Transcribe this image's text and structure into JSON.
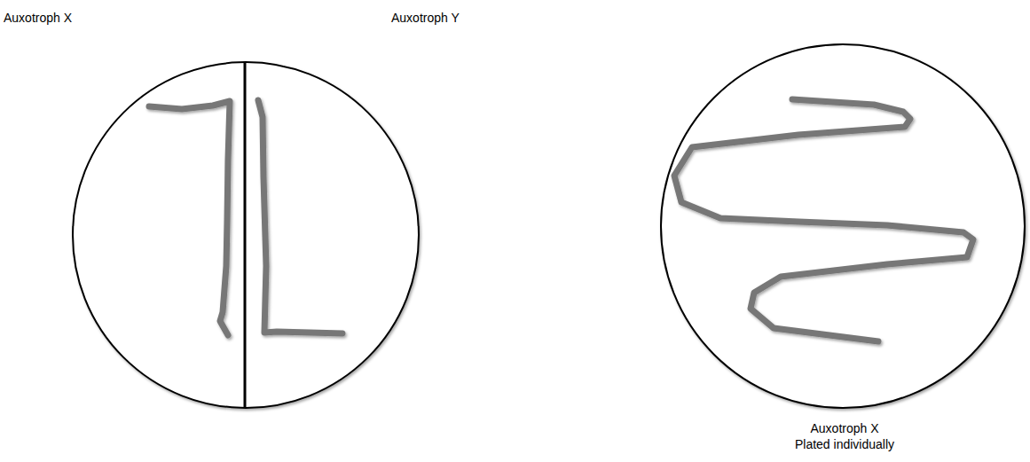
{
  "diagram": {
    "labels": [
      "Auxotroph X",
      "Auxotroph Y",
      "Auxotroph X",
      "Plated individually"
    ]
  }
}
